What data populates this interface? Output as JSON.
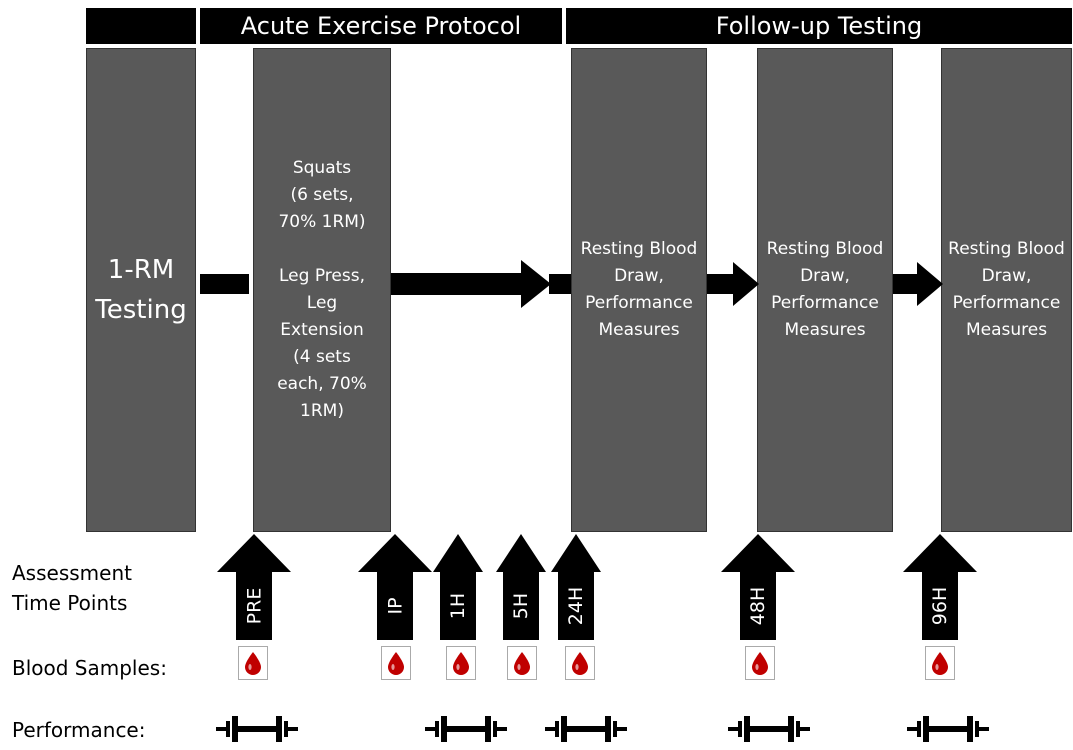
{
  "headers": {
    "acute": "Acute Exercise Protocol",
    "followup": "Follow-up Testing"
  },
  "boxes": {
    "rm": "1-RM\nTesting",
    "exercise": "Squats\n(6 sets,\n70% 1RM)\n\nLeg Press,\nLeg\nExtension\n(4 sets\neach, 70%\n1RM)",
    "fu1": "Resting Blood\nDraw,\nPerformance\nMeasures",
    "fu2": "Resting Blood\nDraw,\nPerformance\nMeasures",
    "fu3": "Resting Blood\nDraw,\nPerformance\nMeasures"
  },
  "row_labels": {
    "assessment": "Assessment\nTime Points",
    "blood": "Blood Samples:",
    "performance": "Performance:"
  },
  "timepoints": [
    "PRE",
    "IP",
    "1H",
    "5H",
    "24H",
    "48H",
    "96H"
  ],
  "colors": {
    "box_fill": "#595959",
    "arrow": "#000000",
    "blood_drop": "#c00000"
  },
  "icons": {
    "blood": "blood-drop-icon",
    "performance": "dumbbell-icon"
  }
}
